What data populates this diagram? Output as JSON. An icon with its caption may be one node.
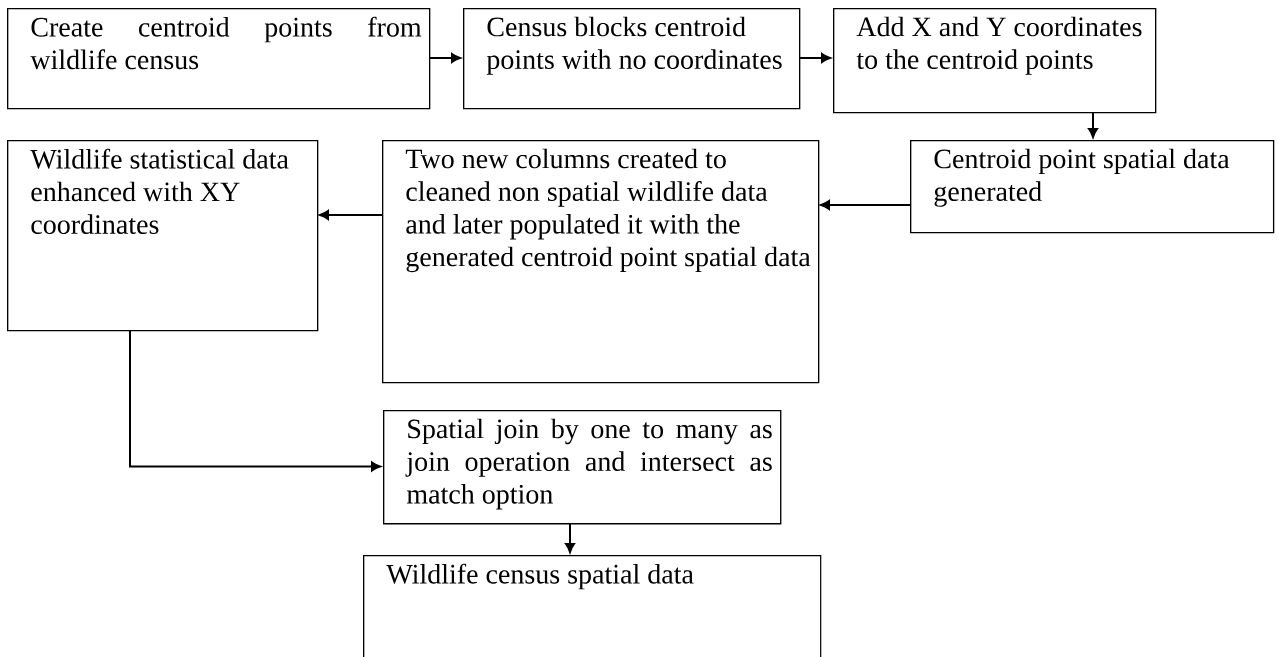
{
  "diagram": {
    "nodes": [
      {
        "text": [
          "Create centroid points from wildlife census"
        ]
      },
      {
        "text": [
          "Census blocks centroid points with no coordinates"
        ]
      },
      {
        "text": [
          "Add X and Y coordinates to the centroid points"
        ]
      },
      {
        "text": [
          "Centroid point spatial data generated"
        ]
      },
      {
        "text": [
          "Two new columns created to cleaned non spatial wildlife data and later populated it with the generated centroid point spatial data"
        ]
      },
      {
        "text": [
          "Wildlife statistical data enhanced with XY coordinates"
        ]
      },
      {
        "text": [
          "Spatial join by one to many as join operation and intersect as match option"
        ]
      },
      {
        "text": [
          "Wildlife census spatial data"
        ]
      }
    ],
    "edges": [
      {
        "from": 0,
        "to": 1,
        "arrow": "to"
      },
      {
        "from": 1,
        "to": 2,
        "arrow": "to"
      },
      {
        "from": 2,
        "to": 3,
        "arrow": "to"
      },
      {
        "from": 3,
        "to": 4,
        "arrow": "to"
      },
      {
        "from": 4,
        "to": 5,
        "arrow": "to"
      },
      {
        "from": 5,
        "to": 6,
        "arrow": "to"
      },
      {
        "from": 6,
        "to": 7,
        "arrow": "to"
      }
    ]
  }
}
